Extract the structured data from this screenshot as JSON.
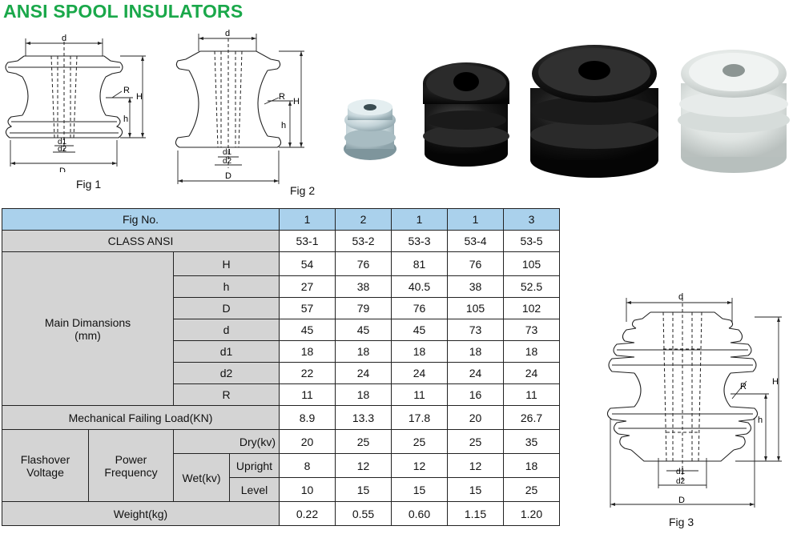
{
  "title": "ANSI SPOOL INSULATORS",
  "figures": {
    "fig1_label": "Fig 1",
    "fig2_label": "Fig 2",
    "fig3_label": "Fig 3",
    "dim_d": "d",
    "dim_D": "D",
    "dim_H": "H",
    "dim_h": "h",
    "dim_R": "R",
    "dim_d1": "d1",
    "dim_d2": "d2"
  },
  "table": {
    "fig_no_label": "Fig No.",
    "fig_no": [
      "1",
      "2",
      "1",
      "1",
      "3"
    ],
    "class_label": "CLASS ANSI",
    "classes": [
      "53-1",
      "53-2",
      "53-3",
      "53-4",
      "53-5"
    ],
    "main_dim_label_1": "Main Dimansions",
    "main_dim_label_2": "(mm)",
    "dimensions": [
      {
        "label": "H",
        "values": [
          "54",
          "76",
          "81",
          "76",
          "105"
        ]
      },
      {
        "label": "h",
        "values": [
          "27",
          "38",
          "40.5",
          "38",
          "52.5"
        ]
      },
      {
        "label": "D",
        "values": [
          "57",
          "79",
          "76",
          "105",
          "102"
        ]
      },
      {
        "label": "d",
        "values": [
          "45",
          "45",
          "45",
          "73",
          "73"
        ]
      },
      {
        "label": "d1",
        "values": [
          "18",
          "18",
          "18",
          "18",
          "18"
        ]
      },
      {
        "label": "d2",
        "values": [
          "22",
          "24",
          "24",
          "24",
          "24"
        ]
      },
      {
        "label": "R",
        "values": [
          "11",
          "18",
          "11",
          "16",
          "11"
        ]
      }
    ],
    "mech_label": "Mechanical Failing Load(KN)",
    "mech_values": [
      "8.9",
      "13.3",
      "17.8",
      "20",
      "26.7"
    ],
    "flashover_label_1": "Flashover",
    "flashover_label_2": "Voltage",
    "power_label_1": "Power",
    "power_label_2": "Frequency",
    "dry_label": "Dry(kv)",
    "dry_values": [
      "20",
      "25",
      "25",
      "25",
      "35"
    ],
    "wet_label": "Wet(kv)",
    "upright_label": "Upright",
    "upright_values": [
      "8",
      "12",
      "12",
      "12",
      "18"
    ],
    "level_label": "Level",
    "level_values": [
      "10",
      "15",
      "15",
      "15",
      "25"
    ],
    "weight_label": "Weight(kg)",
    "weight_values": [
      "0.22",
      "0.55",
      "0.60",
      "1.15",
      "1.20"
    ]
  },
  "colors": {
    "title": "#1aa84a",
    "header_bg": "#aad1ec",
    "label_bg": "#d4d4d4",
    "porcelain_light": "#c9d8dc",
    "porcelain_dark": "#151515"
  }
}
